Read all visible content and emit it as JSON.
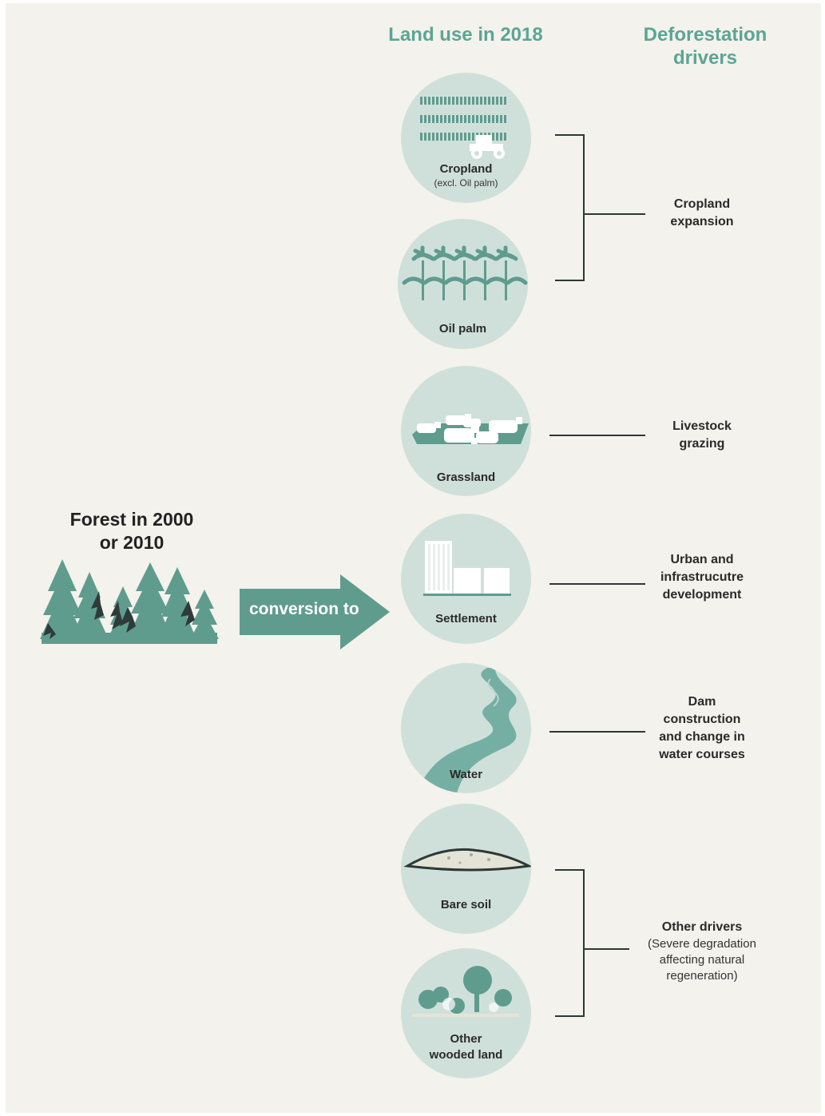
{
  "headers": {
    "land_use": "Land use in 2018",
    "drivers_line1": "Deforestation",
    "drivers_line2": "drivers"
  },
  "forest": {
    "title_line1": "Forest in 2000",
    "title_line2": "or 2010"
  },
  "arrow": {
    "label": "conversion to"
  },
  "land_uses": {
    "cropland": {
      "label": "Cropland",
      "sublabel": "(excl. Oil palm)"
    },
    "oil_palm": {
      "label": "Oil palm"
    },
    "grassland": {
      "label": "Grassland"
    },
    "settlement": {
      "label": "Settlement"
    },
    "water": {
      "label": "Water"
    },
    "bare_soil": {
      "label": "Bare soil"
    },
    "other_wooded_line1": "Other",
    "other_wooded_line2": "wooded land"
  },
  "drivers": {
    "cropland_expansion": [
      "Cropland",
      "expansion"
    ],
    "livestock_grazing": [
      "Livestock",
      "grazing"
    ],
    "urban": [
      "Urban and",
      "infrastrucutre",
      "development"
    ],
    "dam": [
      "Dam",
      "construction",
      "and change in",
      "water courses"
    ],
    "other_title": "Other drivers",
    "other_sub": [
      "(Severe degradation",
      "affecting natural",
      "regeneration)"
    ]
  },
  "colors": {
    "background": "#f3f2ec",
    "accent_teal": "#5ba596",
    "circle_fill": "#cfe0da",
    "dark_text": "#222222"
  }
}
